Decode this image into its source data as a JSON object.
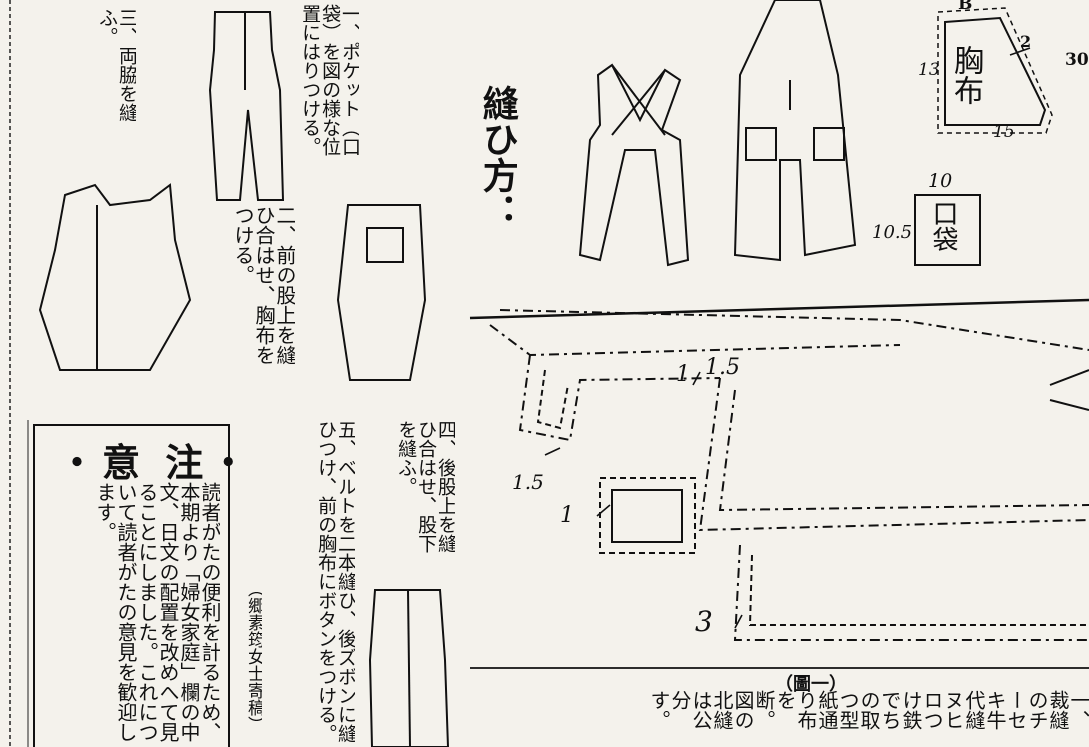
{
  "header": {
    "title": "縫ひ方：",
    "step_1": "一、ポケット（口袋）を図の様な位置にはりつける。",
    "step_2": "二、前の股上を縫ひ合はせ、胸布をつける。",
    "step_3": "三、両脇を縫ふ。",
    "step_4": "四、後股上を縫ひ合はせ、股下を縫ふ。",
    "step_5": "五、ベルトを二本縫ひ、後ズボンに縫ひつけ、前の胸布にボタンをつける。",
    "author": "（郷素筠女士寄稿）"
  },
  "notice": {
    "heading": "・意 注・",
    "body": "読者がたの便利を計るため、本期より「婦女家庭」欄の中文、日文の配置を改めへて見ることにしました。これについて読者がたの意見を歓迎します。"
  },
  "diagram": {
    "bib_label": "胸布",
    "bib_width": "15",
    "bib_height": "13",
    "bib_top": "B",
    "bib_side": "2",
    "edge_number": "30",
    "pocket_label": "口袋",
    "pocket_width": "10",
    "pocket_height": "10.5",
    "seam_15a": "1.5",
    "seam_15b": "1.5",
    "seam_1a": "1",
    "seam_1b": "1",
    "seam_3": "3",
    "figure_caption": "（圖一）"
  },
  "footer_text": "一、裁縫のチーセキ牛代縫ヌヒロつけ鉄でちの取つ型紙通り布を断。図の北縫は公分す。"
}
